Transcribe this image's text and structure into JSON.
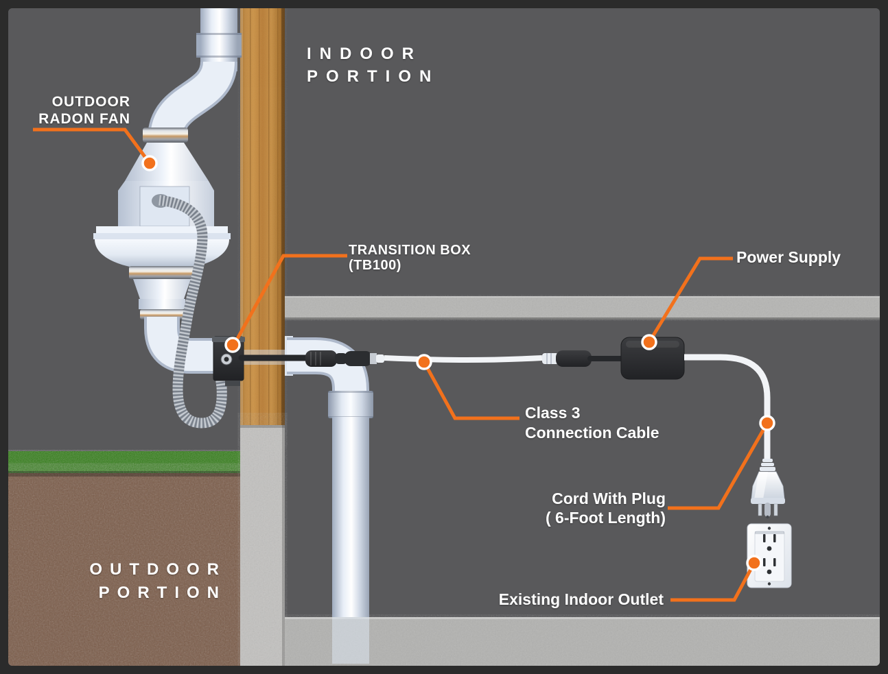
{
  "scene": {
    "region_labels": {
      "indoor": {
        "line1": "INDOOR",
        "line2": "PORTION"
      },
      "outdoor": {
        "line1": "OUTDOOR",
        "line2": "PORTION"
      }
    },
    "callouts": {
      "radon_fan": {
        "line1": "OUTDOOR",
        "line2": "RADON FAN"
      },
      "transition_box": {
        "line1": "TRANSITION BOX",
        "line2": "(TB100)"
      },
      "power_supply": {
        "label": "Power Supply"
      },
      "class3_cable": {
        "line1": "Class 3",
        "line2": "Connection Cable"
      },
      "cord_with_plug": {
        "line1": "Cord With Plug",
        "line2": "( 6-Foot Length)"
      },
      "indoor_outlet": {
        "label": "Existing Indoor Outlet"
      }
    },
    "colors": {
      "accent_orange": "#F2711C",
      "background_gray": "#59595B",
      "frame_dark": "#2B2B2B",
      "concrete_gray": "#B5B5B3",
      "wood_tan": "#C18A43",
      "grass_green": "#2C7A10",
      "soil_brown": "#7B5C49"
    }
  }
}
